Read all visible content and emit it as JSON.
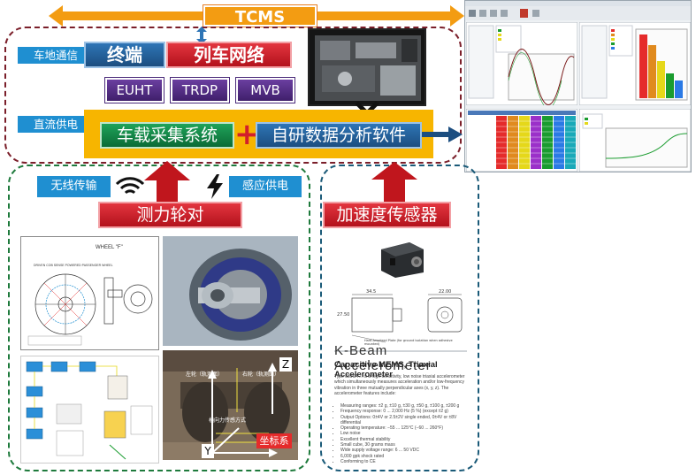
{
  "top": {
    "tcms": "TCMS",
    "ground_comm": "车地通信",
    "dc_power": "直流供电",
    "terminal": "终端",
    "train_network": "列车网络",
    "protocols": [
      "EUHT",
      "TRDP",
      "MVB"
    ],
    "onboard_system": "车载采集系统",
    "plus": "+",
    "analysis_software": "自研数据分析软件"
  },
  "left_panel": {
    "wireless": "无线传输",
    "inductive_power": "感应供电",
    "title": "测力轮对",
    "axis_z": "Z",
    "axis_y": "Y",
    "coord_label": "坐标系",
    "photo_label_left": "左轮（轨测面）",
    "photo_label_right": "右轮（轨测面）",
    "photo_label_dir": "横向力传感方式",
    "diagram_label": "WHEEL \"F\"",
    "diagram_title": "DRIVEN COB SENSE POWERED PASSENGER WHEEL"
  },
  "right_panel": {
    "title": "加速度传感器",
    "k_title": "K-Beam Accelerometer",
    "k_sub": "Capacitive MEMS, Triaxial Accelerometer",
    "dim_a": "34.5",
    "dim_b": "22.00",
    "dim_c": "27.50",
    "mount_note": "Hard Anodized Plate (for ground isolation when adhesive mounted)",
    "k_desc": "Type 8396A ... is a high-sensitivity, low noise triaxial accelerometer which simultaneously measures acceleration and/or low-frequency vibration in three mutually perpendicular axes (x, y, z). The accelerometer features include:",
    "features": [
      "Measuring ranges: ±2 g, ±10 g, ±30 g, ±50 g, ±100 g, ±200 g",
      "Frequency response: 0 ... 2,000 Hz (5 %) (except ±2 g)",
      "Output Options: 0±4V or 2.5±2V single ended, 0±4V or ±8V differential",
      "Operating temperature: −55 ... 125°C (−60 ... 260°F)",
      "Low noise",
      "Excellent thermal stability",
      "Small cube, 30 grams mass",
      "Wide supply voltage range: 6 ... 50 VDC",
      "6,000 gpk shock rated",
      "Conforming to CE"
    ]
  },
  "colors": {
    "orange": "#f39c12",
    "dark_red": "#7b1f2a",
    "green_border": "#1e7a3c",
    "teal_border": "#1a5a78",
    "red_arrow": "#c0161d",
    "blue": "#1f8fd1"
  }
}
